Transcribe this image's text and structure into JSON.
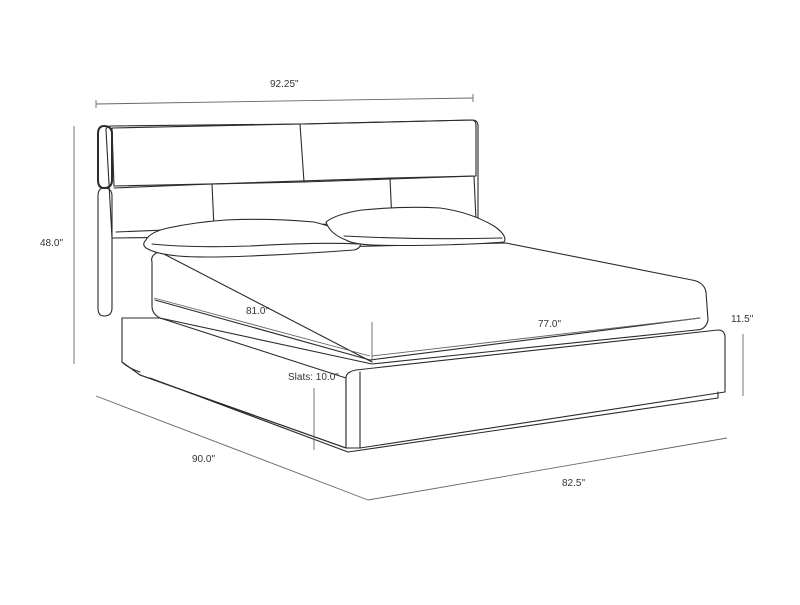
{
  "dimensions": {
    "width_top": "92.25\"",
    "height_total": "48.0\"",
    "inner_length": "81.0\"",
    "inner_width": "77.0\"",
    "platform_height": "11.5\"",
    "slats": "Slats: 10.0\"",
    "depth": "90.0\"",
    "width_bottom": "82.5\""
  },
  "colors": {
    "line": "#2b2b2b",
    "dimension_line": "#666666",
    "background": "#ffffff"
  }
}
